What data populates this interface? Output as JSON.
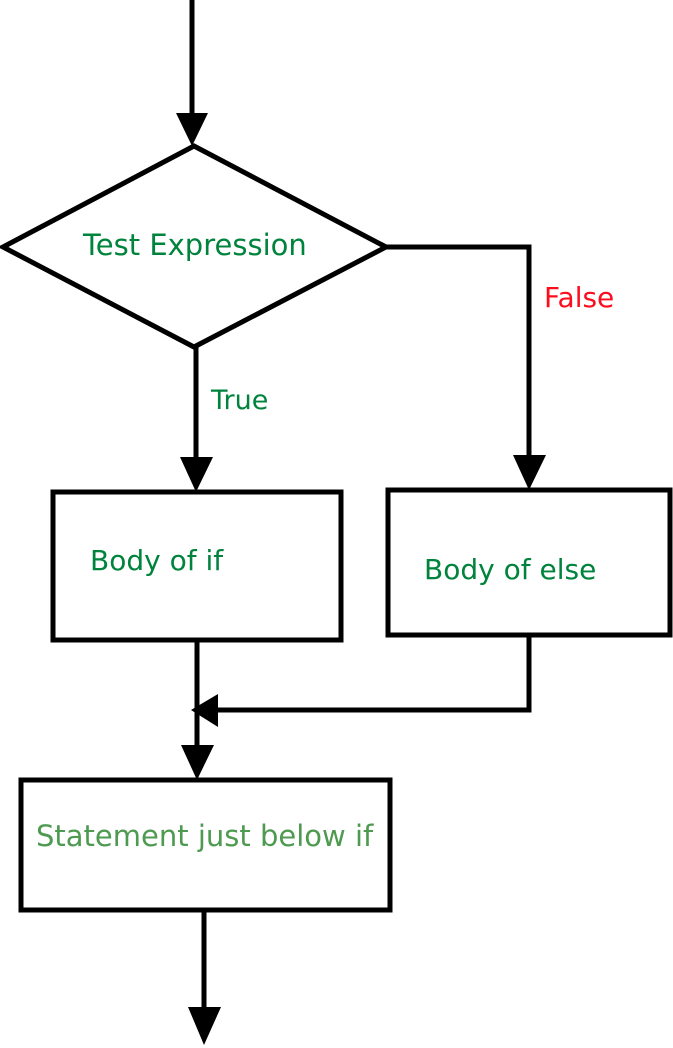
{
  "diagram": {
    "title": "if-else statement flowchart",
    "type": "flowchart",
    "colors": {
      "stroke": "#000000",
      "background": "#ffffff",
      "green_text": "#00833c",
      "muted_green_text": "#4e9a50",
      "red_text": "#fb0d1b"
    },
    "nodes": [
      {
        "id": "test-expression",
        "shape": "diamond",
        "label": "Test Expression",
        "text_color": "#00833c"
      },
      {
        "id": "body-of-if",
        "shape": "rectangle",
        "label": "Body of if",
        "text_color": "#00833c"
      },
      {
        "id": "body-of-else",
        "shape": "rectangle",
        "label": "Body of else",
        "text_color": "#00833c"
      },
      {
        "id": "statement-below-if",
        "shape": "rectangle",
        "label": "Statement just below if",
        "text_color": "#4e9a50"
      }
    ],
    "edges": [
      {
        "id": "entry",
        "from": "start",
        "to": "test-expression",
        "label": "",
        "arrow": "down"
      },
      {
        "id": "true-branch",
        "from": "test-expression",
        "to": "body-of-if",
        "label": "True",
        "label_color": "#00833c",
        "arrow": "down"
      },
      {
        "id": "false-branch",
        "from": "test-expression",
        "to": "body-of-else",
        "label": "False",
        "label_color": "#fb0d1b",
        "arrow": "down"
      },
      {
        "id": "if-merge",
        "from": "body-of-if",
        "to": "statement-below-if",
        "label": "",
        "arrow": "down"
      },
      {
        "id": "else-merge",
        "from": "body-of-else",
        "to": "merge-point",
        "label": "",
        "arrow": "left"
      },
      {
        "id": "exit",
        "from": "statement-below-if",
        "to": "end",
        "label": "",
        "arrow": "down"
      }
    ]
  }
}
